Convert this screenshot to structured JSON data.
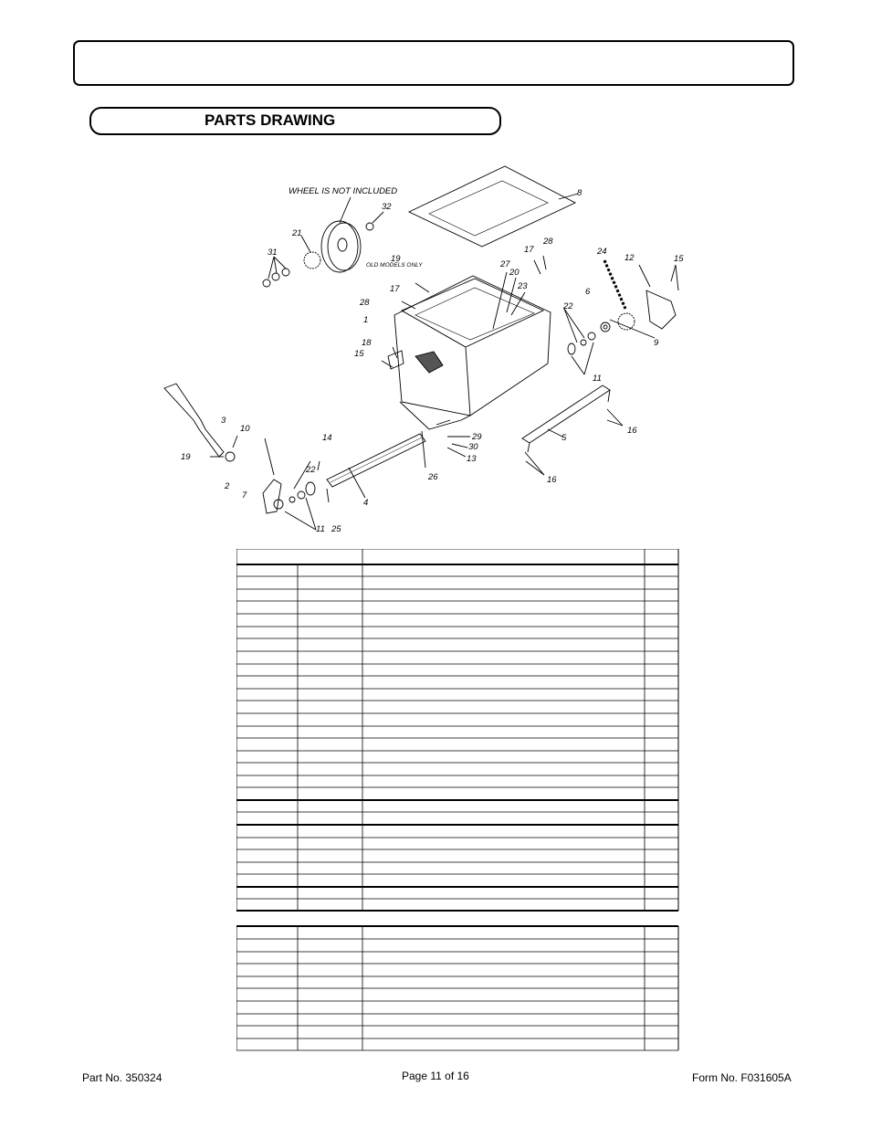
{
  "header": {
    "banner_text": ""
  },
  "section": {
    "title": "PARTS DRAWING"
  },
  "drawing": {
    "note_wheel": "WHEEL IS NOT INCLUDED",
    "note_old_models": "OLD MODELS ONLY",
    "callouts": [
      "1",
      "2",
      "3",
      "4",
      "5",
      "6",
      "7",
      "8",
      "9",
      "10",
      "11",
      "11",
      "11",
      "12",
      "13",
      "14",
      "15",
      "15",
      "16",
      "16",
      "17",
      "17",
      "18",
      "19",
      "19",
      "20",
      "21",
      "22",
      "22",
      "23",
      "24",
      "25",
      "26",
      "27",
      "28",
      "28",
      "29",
      "30",
      "31",
      "32"
    ]
  },
  "footer": {
    "part_no": "Part No. 350324",
    "page": "Page 11 of 16",
    "form_no": "Form No. F031605A"
  }
}
